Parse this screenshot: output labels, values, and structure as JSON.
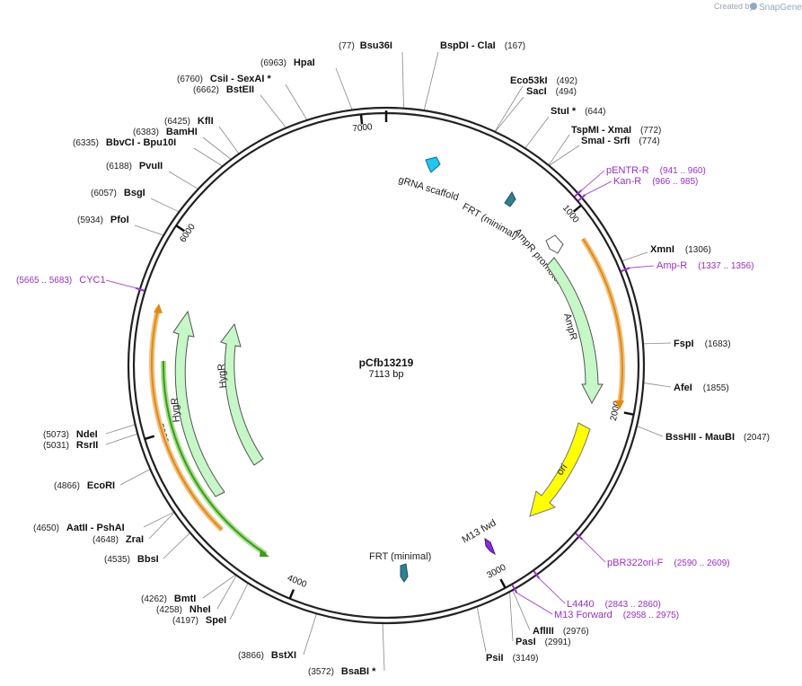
{
  "watermark": {
    "created_by": "Created by",
    "brand": "SnapGene"
  },
  "plasmid": {
    "name": "pCfb13219",
    "size_label": "7113 bp",
    "length": 7113
  },
  "ticks": [
    {
      "bp": 1000,
      "label": "1000"
    },
    {
      "bp": 2000,
      "label": "2000"
    },
    {
      "bp": 3000,
      "label": "3000"
    },
    {
      "bp": 4000,
      "label": "4000"
    },
    {
      "bp": 5000,
      "label": "5000"
    },
    {
      "bp": 6000,
      "label": "6000"
    },
    {
      "bp": 7000,
      "label": "7000"
    }
  ],
  "enzymes_right": [
    {
      "bp": 77,
      "name": "Bsu36I",
      "pos": "(77)",
      "group": "top1"
    },
    {
      "bp": 167,
      "name": "BspDI - ClaI",
      "pos": "(167)",
      "group": "top2"
    },
    {
      "bp": 492,
      "name": "Eco53kI",
      "pos": "(492)"
    },
    {
      "bp": 494,
      "name": "SacI",
      "pos": "(494)"
    },
    {
      "bp": 644,
      "name": "StuI *",
      "pos": "(644)"
    },
    {
      "bp": 772,
      "name": "TspMI - XmaI",
      "pos": "(772)"
    },
    {
      "bp": 774,
      "name": "SmaI - SrfI",
      "pos": "(774)"
    },
    {
      "bp": 1306,
      "name": "XmnI",
      "pos": "(1306)"
    },
    {
      "bp": 1683,
      "name": "FspI",
      "pos": "(1683)"
    },
    {
      "bp": 1855,
      "name": "AfeI",
      "pos": "(1855)"
    },
    {
      "bp": 2047,
      "name": "BssHII - MauBI",
      "pos": "(2047)"
    },
    {
      "bp": 2976,
      "name": "AflIII",
      "pos": "(2976)"
    },
    {
      "bp": 2991,
      "name": "PasI",
      "pos": "(2991)"
    },
    {
      "bp": 3149,
      "name": "PsiI",
      "pos": "(3149)"
    }
  ],
  "enzymes_left": [
    {
      "bp": 6963,
      "name": "HpaI",
      "pos": "(6963)"
    },
    {
      "bp": 6760,
      "name": "CsiI - SexAI *",
      "pos": "(6760)"
    },
    {
      "bp": 6662,
      "name": "BstEII",
      "pos": "(6662)"
    },
    {
      "bp": 6425,
      "name": "KflI",
      "pos": "(6425)"
    },
    {
      "bp": 6383,
      "name": "BamHI",
      "pos": "(6383)"
    },
    {
      "bp": 6335,
      "name": "BbvCI - Bpu10I",
      "pos": "(6335)"
    },
    {
      "bp": 6188,
      "name": "PvuII",
      "pos": "(6188)"
    },
    {
      "bp": 6057,
      "name": "BsgI",
      "pos": "(6057)"
    },
    {
      "bp": 5934,
      "name": "PfoI",
      "pos": "(5934)"
    },
    {
      "bp": 5073,
      "name": "NdeI",
      "pos": "(5073)"
    },
    {
      "bp": 5031,
      "name": "RsrII",
      "pos": "(5031)"
    },
    {
      "bp": 4866,
      "name": "EcoRI",
      "pos": "(4866)"
    },
    {
      "bp": 4650,
      "name": "AatII - PshAI",
      "pos": "(4650)"
    },
    {
      "bp": 4648,
      "name": "ZraI",
      "pos": "(4648)"
    },
    {
      "bp": 4535,
      "name": "BbsI",
      "pos": "(4535)"
    },
    {
      "bp": 4262,
      "name": "BmtI",
      "pos": "(4262)"
    },
    {
      "bp": 4258,
      "name": "NheI",
      "pos": "(4258)"
    },
    {
      "bp": 4197,
      "name": "SpeI",
      "pos": "(4197)"
    },
    {
      "bp": 3866,
      "name": "BstXI",
      "pos": "(3866)"
    },
    {
      "bp": 3572,
      "name": "BsaBI *",
      "pos": "(3572)"
    }
  ],
  "primers": [
    {
      "name": "pENTR-R",
      "range": "(941 .. 960)",
      "start": 941,
      "end": 960
    },
    {
      "name": "Kan-R",
      "range": "(966 .. 985)",
      "start": 966,
      "end": 985
    },
    {
      "name": "Amp-R",
      "range": "(1337 .. 1356)",
      "start": 1337,
      "end": 1356
    },
    {
      "name": "pBR322ori-F",
      "range": "(2590 .. 2609)",
      "start": 2590,
      "end": 2609
    },
    {
      "name": "L4440",
      "range": "(2843 .. 2860)",
      "start": 2843,
      "end": 2860
    },
    {
      "name": "M13 Forward",
      "range": "(2958 .. 2975)",
      "start": 2958,
      "end": 2975
    },
    {
      "name": "CYC1",
      "range": "(5665 .. 5683)",
      "start": 5665,
      "end": 5683
    }
  ],
  "features": [
    {
      "name": "gRNA scaffold",
      "color": "#22c7f0"
    },
    {
      "name": "FRT (minimal)",
      "color": "#2f7f95"
    },
    {
      "name": "AmpR promoter",
      "color": "#ffffff"
    },
    {
      "name": "AmpR",
      "color": "#c6f7c6"
    },
    {
      "name": "ori",
      "color": "#ffff00"
    },
    {
      "name": "M13 fwd",
      "color": "#8a2be2"
    },
    {
      "name": "FRT (minimal)",
      "color": "#2f7f95"
    },
    {
      "name": "HygR",
      "color": "#c6f7c6"
    },
    {
      "name": "HygR",
      "color": "#c6f7c6"
    }
  ],
  "colors": {
    "backbone": "#222222",
    "primer": "#9b2fc9",
    "orf": "#f0a020",
    "green_orf": "#3c9a1c",
    "feature_green": "#c6f7c6"
  }
}
